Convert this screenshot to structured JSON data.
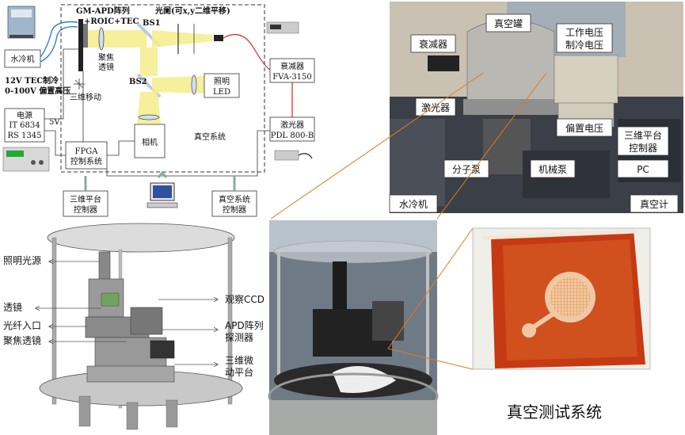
{
  "schematic": {
    "chiller": "水冷机",
    "apd_title_line1": "GM-APD阵列",
    "apd_title_line2": "+ROIC+TEC",
    "focus_lens_line1": "聚焦",
    "focus_lens_line2": "透镜",
    "bs1": "BS1",
    "bs2": "BS2",
    "diaphragm": "光阑(可x,y二维平移)",
    "tec_line1": "12V TEC制冷",
    "tec_line2": "0-100V 偏置高压",
    "three_axis_move": "三维移动",
    "power_line1": "电源",
    "power_line2": "IT 6834",
    "power_line3": "RS 1345",
    "five_v": "5V",
    "fpga_line1": "FPGA",
    "fpga_line2": "控制系统",
    "camera": "相机",
    "vacuum_system": "真空系统",
    "attenuator_line1": "衰减器",
    "attenuator_line2": "FVA-3150",
    "led_line1": "照明",
    "led_line2": "LED",
    "laser_line1": "激光器",
    "laser_line2": "PDL 800-B",
    "stage_ctrl_line1": "三维平台",
    "stage_ctrl_line2": "控制器",
    "vac_ctrl_line1": "真空系统",
    "vac_ctrl_line2": "控制器"
  },
  "cad": {
    "illumination_source": "照明光源",
    "lens": "透镜",
    "fiber_input": "光纤入口",
    "focus_lens": "聚焦透镜",
    "ccd": "观察CCD",
    "apd_line1": "APD阵列",
    "apd_line2": "探测器",
    "stage_line1": "三维微",
    "stage_line2": "动平台"
  },
  "photo": {
    "attenuator": "衰减器",
    "vacuum_tank": "真空罐",
    "work_voltage_line1": "工作电压",
    "work_voltage_line2": "制冷电压",
    "laser": "激光器",
    "bias_voltage": "偏置电压",
    "stage_ctrl_line1": "三维平台",
    "stage_ctrl_line2": "控制器",
    "molecular_pump": "分子泵",
    "mechanical_pump": "机械泵",
    "pc": "PC",
    "chiller": "水冷机",
    "vacuum_gauge": "真空计"
  },
  "caption": "真空测试系统"
}
